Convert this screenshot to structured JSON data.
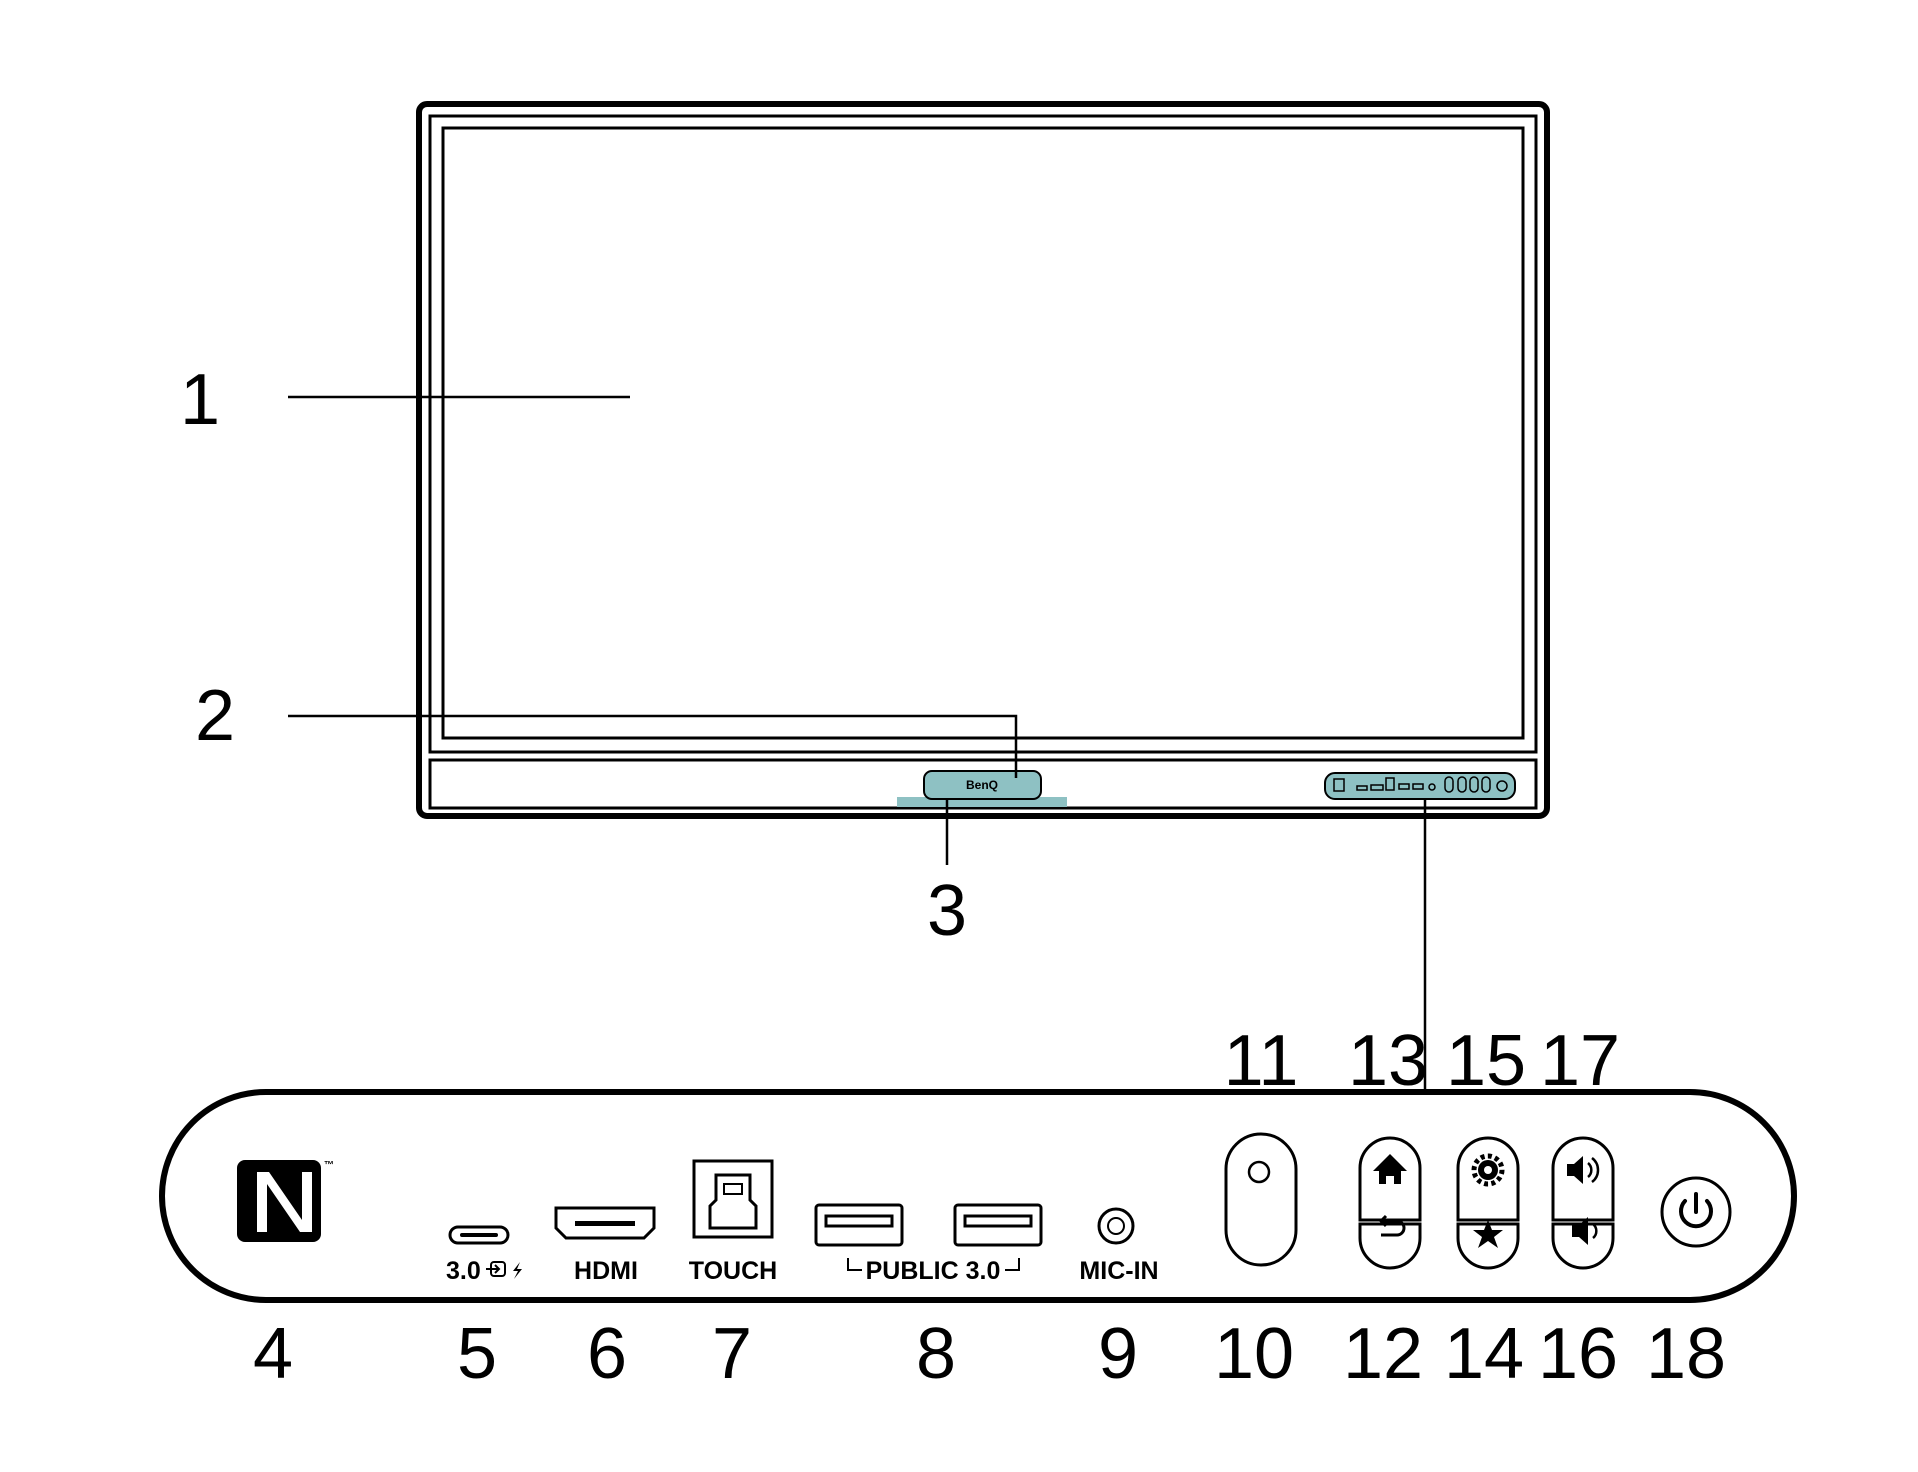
{
  "callouts": {
    "c1": "1",
    "c2": "2",
    "c3": "3",
    "c4": "4",
    "c5": "5",
    "c6": "6",
    "c7": "7",
    "c8": "8",
    "c9": "9",
    "c10": "10",
    "c11": "11",
    "c12": "12",
    "c13": "13",
    "c14": "14",
    "c15": "15",
    "c16": "16",
    "c17": "17",
    "c18": "18"
  },
  "ports": {
    "usbc": "3.0",
    "hdmi": "HDMI",
    "touch": "TOUCH",
    "public": "PUBLIC 3.0",
    "mic": "MIC-IN"
  },
  "brand": "BenQ",
  "nfc_trademark": "™",
  "colors": {
    "accent": "#8ec1c3",
    "outline": "#000000",
    "background": "#ffffff"
  }
}
